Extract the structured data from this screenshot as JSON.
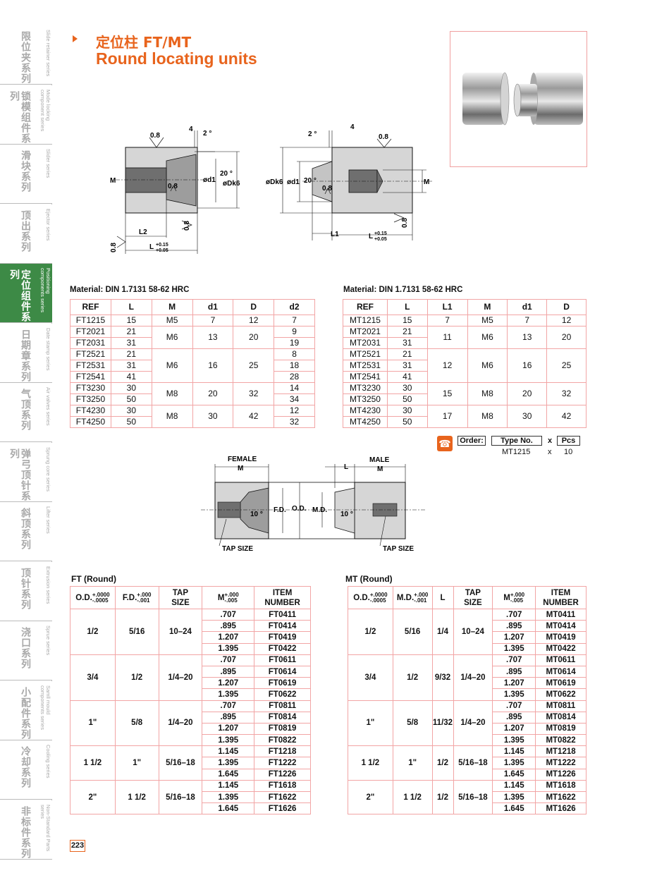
{
  "sidebar": [
    {
      "cn": "限位夹系列",
      "en": "Slide retainer series",
      "active": false
    },
    {
      "cn": "锁模组件系列",
      "en": "Mode locking component series",
      "active": false
    },
    {
      "cn": "滑块系列",
      "en": "Slider series",
      "active": false
    },
    {
      "cn": "顶出系列",
      "en": "Ejector series",
      "active": false
    },
    {
      "cn": "定位组件系列",
      "en": "Positioning components series",
      "active": true
    },
    {
      "cn": "日期章系列",
      "en": "Date stamp series",
      "active": false
    },
    {
      "cn": "气顶系列",
      "en": "Air valves series",
      "active": false
    },
    {
      "cn": "弹弓顶针系列",
      "en": "Sprung core series",
      "active": false
    },
    {
      "cn": "斜顶系列",
      "en": "Lifter series",
      "active": false
    },
    {
      "cn": "顶针系列",
      "en": "Extrusion series",
      "active": false
    },
    {
      "cn": "浇口系列",
      "en": "Sprue series",
      "active": false
    },
    {
      "cn": "小配件系列",
      "en": "Samll mould components series",
      "active": false
    },
    {
      "cn": "冷却系列",
      "en": "Cooling series",
      "active": false
    },
    {
      "cn": "非标件系列",
      "en": "Non-Standard Parts series",
      "active": false
    }
  ],
  "title": {
    "cn": "定位柱 FT/MT",
    "en": "Round locating units"
  },
  "drawing_ft": {
    "angle_top": "2 °",
    "dim_4": "4",
    "roughness": "0.8",
    "m": "M",
    "d1": "ød1",
    "angle_20": "20 °",
    "dk6": "øDk6",
    "l2": "L2",
    "l": "L",
    "tol_plus": "+0.15",
    "tol_minus": "+0.05"
  },
  "drawing_mt": {
    "angle_top": "2 °",
    "dim_4": "4",
    "roughness": "0.8",
    "m": "M",
    "dk6": "øDk6",
    "d1": "ød1",
    "angle_20": "20 °",
    "l1": "L1",
    "l": "L",
    "tol_plus": "+0.15",
    "tol_minus": "+0.05"
  },
  "material_ft": "Material: DIN 1.7131 58-62 HRC",
  "material_mt": "Material: DIN 1.7131 58-62 HRC",
  "ft_table": {
    "headers": [
      "REF",
      "L",
      "M",
      "d1",
      "D",
      "d2"
    ],
    "rows": [
      {
        "ref": "FT1215",
        "l": "15",
        "d2": "7"
      },
      {
        "ref": "FT2021",
        "l": "21",
        "d2": "9"
      },
      {
        "ref": "FT2031",
        "l": "31",
        "d2": "19"
      },
      {
        "ref": "FT2521",
        "l": "21",
        "d2": "8"
      },
      {
        "ref": "FT2531",
        "l": "31",
        "d2": "18"
      },
      {
        "ref": "FT2541",
        "l": "41",
        "d2": "28"
      },
      {
        "ref": "FT3230",
        "l": "30",
        "d2": "14"
      },
      {
        "ref": "FT3250",
        "l": "50",
        "d2": "34"
      },
      {
        "ref": "FT4230",
        "l": "30",
        "d2": "12"
      },
      {
        "ref": "FT4250",
        "l": "50",
        "d2": "32"
      }
    ],
    "groups": [
      {
        "m": "M5",
        "d1": "7",
        "d": "12"
      },
      {
        "m": "M6",
        "d1": "13",
        "d": "20"
      },
      {
        "m": "M6",
        "d1": "16",
        "d": "25"
      },
      {
        "m": "M8",
        "d1": "20",
        "d": "32"
      },
      {
        "m": "M8",
        "d1": "30",
        "d": "42"
      }
    ]
  },
  "mt_table": {
    "headers": [
      "REF",
      "L",
      "L1",
      "M",
      "d1",
      "D"
    ],
    "rows": [
      {
        "ref": "MT1215",
        "l": "15"
      },
      {
        "ref": "MT2021",
        "l": "21"
      },
      {
        "ref": "MT2031",
        "l": "31"
      },
      {
        "ref": "MT2521",
        "l": "21"
      },
      {
        "ref": "MT2531",
        "l": "31"
      },
      {
        "ref": "MT2541",
        "l": "41"
      },
      {
        "ref": "MT3230",
        "l": "30"
      },
      {
        "ref": "MT3250",
        "l": "50"
      },
      {
        "ref": "MT4230",
        "l": "30"
      },
      {
        "ref": "MT4250",
        "l": "50"
      }
    ],
    "groups": [
      {
        "l1": "7",
        "m": "M5",
        "d1": "7",
        "d": "12"
      },
      {
        "l1": "11",
        "m": "M6",
        "d1": "13",
        "d": "20"
      },
      {
        "l1": "12",
        "m": "M6",
        "d1": "16",
        "d": "25"
      },
      {
        "l1": "15",
        "m": "M8",
        "d1": "20",
        "d": "32"
      },
      {
        "l1": "17",
        "m": "M8",
        "d1": "30",
        "d": "42"
      }
    ]
  },
  "order": {
    "label": "Order:",
    "type_label": "Type No.",
    "x1": "x",
    "pcs_label": "Pcs",
    "type_value": "MT1215",
    "x2": "x",
    "pcs_value": "10"
  },
  "drawing_fm": {
    "female": "FEMALE",
    "male": "MALE",
    "m1": "M",
    "m2": "M",
    "l": "L",
    "fd": "F.D.",
    "od": "O.D.",
    "md": "M.D.",
    "angle1": "10 °",
    "angle2": "10 °",
    "tap1": "TAP SIZE",
    "tap2": "TAP SIZE"
  },
  "ft_round": {
    "title": "FT (Round)",
    "headers": {
      "od": {
        "name": "O.D.",
        "tp": "+.0000",
        "tm": "-.0005"
      },
      "fd": {
        "name": "F.D.",
        "tp": "+.000",
        "tm": "-.001"
      },
      "tap": "TAP\nSIZE",
      "m": {
        "name": "M",
        "tp": "+.000",
        "tm": "-.005"
      },
      "item": "ITEM\nNUMBER"
    },
    "groups": [
      {
        "od": "1/2",
        "fd": "5/16",
        "tap": "10–24",
        "items": [
          {
            "m": ".707",
            "n": "FT0411"
          },
          {
            "m": ".895",
            "n": "FT0414"
          },
          {
            "m": "1.207",
            "n": "FT0419"
          },
          {
            "m": "1.395",
            "n": "FT0422"
          }
        ]
      },
      {
        "od": "3/4",
        "fd": "1/2",
        "tap": "1/4–20",
        "items": [
          {
            "m": ".707",
            "n": "FT0611"
          },
          {
            "m": ".895",
            "n": "FT0614"
          },
          {
            "m": "1.207",
            "n": "FT0619"
          },
          {
            "m": "1.395",
            "n": "FT0622"
          }
        ]
      },
      {
        "od": "1\"",
        "fd": "5/8",
        "tap": "1/4–20",
        "items": [
          {
            "m": ".707",
            "n": "FT0811"
          },
          {
            "m": ".895",
            "n": "FT0814"
          },
          {
            "m": "1.207",
            "n": "FT0819"
          },
          {
            "m": "1.395",
            "n": "FT0822"
          }
        ]
      },
      {
        "od": "1 1/2",
        "fd": "1\"",
        "tap": "5/16–18",
        "items": [
          {
            "m": "1.145",
            "n": "FT1218"
          },
          {
            "m": "1.395",
            "n": "FT1222"
          },
          {
            "m": "1.645",
            "n": "FT1226"
          }
        ]
      },
      {
        "od": "2\"",
        "fd": "1 1/2",
        "tap": "5/16–18",
        "items": [
          {
            "m": "1.145",
            "n": "FT1618"
          },
          {
            "m": "1.395",
            "n": "FT1622"
          },
          {
            "m": "1.645",
            "n": "FT1626"
          }
        ]
      }
    ]
  },
  "mt_round": {
    "title": "MT (Round)",
    "headers": {
      "od": {
        "name": "O.D.",
        "tp": "+.0000",
        "tm": "-.0005"
      },
      "md": {
        "name": "M.D.",
        "tp": "+.000",
        "tm": "-.001"
      },
      "l": "L",
      "tap": "TAP\nSIZE",
      "m": {
        "name": "M",
        "tp": "+.000",
        "tm": "-.005"
      },
      "item": "ITEM\nNUMBER"
    },
    "groups": [
      {
        "od": "1/2",
        "md": "5/16",
        "l": "1/4",
        "tap": "10–24",
        "items": [
          {
            "m": ".707",
            "n": "MT0411"
          },
          {
            "m": ".895",
            "n": "MT0414"
          },
          {
            "m": "1.207",
            "n": "MT0419"
          },
          {
            "m": "1.395",
            "n": "MT0422"
          }
        ]
      },
      {
        "od": "3/4",
        "md": "1/2",
        "l": "9/32",
        "tap": "1/4–20",
        "items": [
          {
            "m": ".707",
            "n": "MT0611"
          },
          {
            "m": ".895",
            "n": "MT0614"
          },
          {
            "m": "1.207",
            "n": "MT0619"
          },
          {
            "m": "1.395",
            "n": "MT0622"
          }
        ]
      },
      {
        "od": "1\"",
        "md": "5/8",
        "l": "11/32",
        "tap": "1/4–20",
        "items": [
          {
            "m": ".707",
            "n": "MT0811"
          },
          {
            "m": ".895",
            "n": "MT0814"
          },
          {
            "m": "1.207",
            "n": "MT0819"
          },
          {
            "m": "1.395",
            "n": "MT0822"
          }
        ]
      },
      {
        "od": "1 1/2",
        "md": "1\"",
        "l": "1/2",
        "tap": "5/16–18",
        "items": [
          {
            "m": "1.145",
            "n": "MT1218"
          },
          {
            "m": "1.395",
            "n": "MT1222"
          },
          {
            "m": "1.645",
            "n": "MT1226"
          }
        ]
      },
      {
        "od": "2\"",
        "md": "1 1/2",
        "l": "1/2",
        "tap": "5/16–18",
        "items": [
          {
            "m": "1.145",
            "n": "MT1618"
          },
          {
            "m": "1.395",
            "n": "MT1622"
          },
          {
            "m": "1.645",
            "n": "MT1626"
          }
        ]
      }
    ]
  },
  "page_number": "223",
  "colors": {
    "accent": "#e8641d",
    "sidebar_active": "#3d8a46",
    "table_border": "#f2a5a5"
  }
}
